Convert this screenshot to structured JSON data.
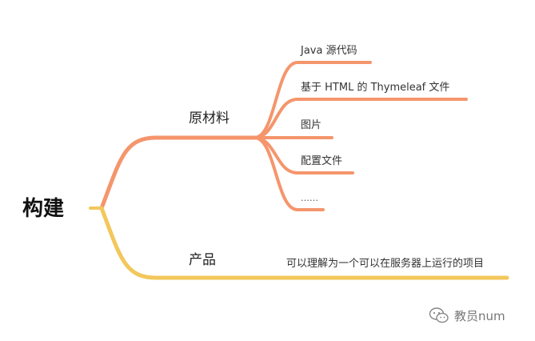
{
  "root": {
    "label": "构建"
  },
  "branches": [
    {
      "label": "原材料",
      "color": "#F5956C",
      "leaves": [
        "Java 源代码",
        "基于 HTML 的 Thymeleaf 文件",
        "图片",
        "配置文件",
        "……"
      ]
    },
    {
      "label": "产品",
      "color": "#F2C75C",
      "leaves": [
        "可以理解为一个可以在服务器上运行的项目"
      ]
    }
  ],
  "watermark": {
    "text": "教员num",
    "icon": "wechat-icon"
  }
}
